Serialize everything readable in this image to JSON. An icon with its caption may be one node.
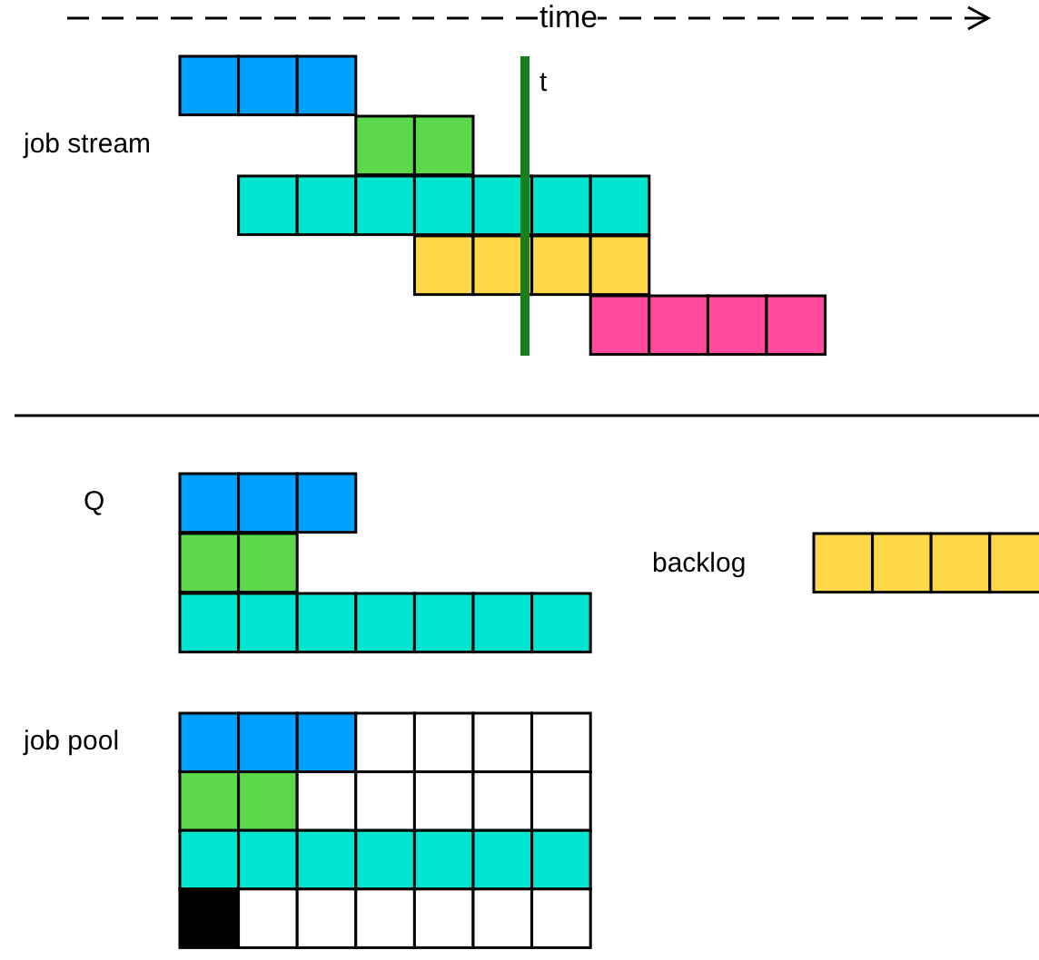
{
  "diagram": {
    "labels": [
      "time",
      "t",
      "job stream",
      "Q",
      "backlog",
      "job pool"
    ]
  }
}
